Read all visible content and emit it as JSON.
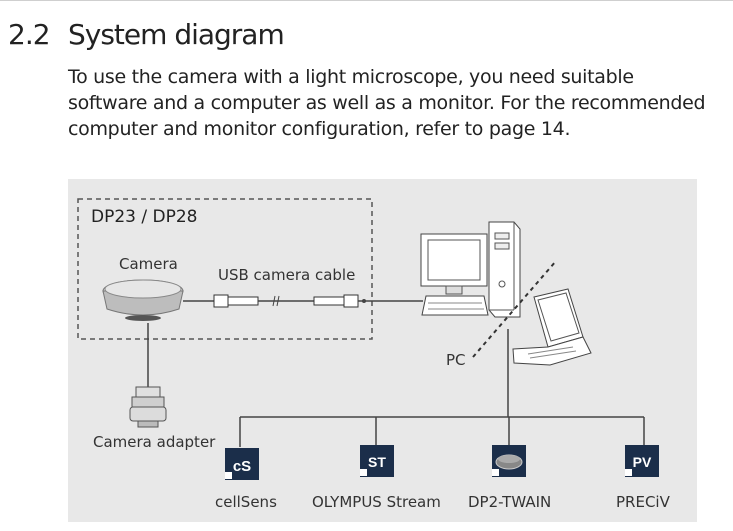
{
  "section": {
    "number": "2.2",
    "title": "System diagram",
    "paragraph": "To use the camera with a light microscope, you need suitable software and a computer as well as a monitor. For the recommended computer and monitor configuration, refer to page 14."
  },
  "diagram": {
    "box_title": "DP23 / DP28",
    "camera_label": "Camera",
    "cable_label": "USB camera cable",
    "pc_label": "PC",
    "adapter_label": "Camera adapter",
    "software": [
      {
        "name": "cellSens",
        "icon_text": "cS",
        "icon": "cellsens-icon"
      },
      {
        "name": "OLYMPUS Stream",
        "icon_text": "ST",
        "icon": "olympus-stream-icon"
      },
      {
        "name": "DP2-TWAIN",
        "icon_text": "",
        "icon": "dp2-twain-icon"
      },
      {
        "name": "PRECiV",
        "icon_text": "PV",
        "icon": "preciv-icon"
      }
    ]
  }
}
